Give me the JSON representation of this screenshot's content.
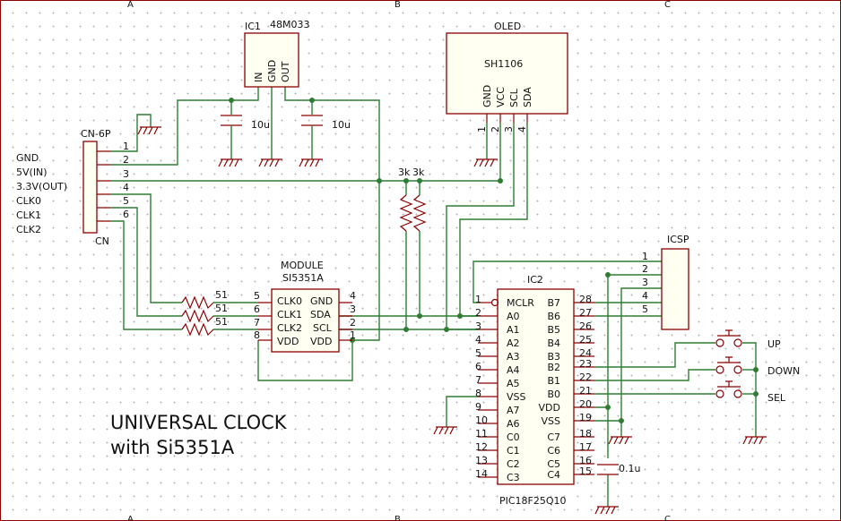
{
  "frame": {
    "columns": [
      "A",
      "B",
      "C"
    ]
  },
  "connector": {
    "ref": "CN-6P",
    "value": "CN",
    "pins": [
      "1",
      "2",
      "3",
      "4",
      "5",
      "6"
    ],
    "signals": [
      "GND",
      "5V(IN)",
      "3.3V(OUT)",
      "CLK0",
      "CLK1",
      "CLK2"
    ]
  },
  "regulator": {
    "ref": "IC1",
    "part": "48M033",
    "pins": [
      "IN",
      "GND",
      "OUT"
    ]
  },
  "capacitors": {
    "c_in": "10u",
    "c_out": "10u",
    "c_vdd": "0.1u"
  },
  "oled": {
    "ref": "OLED",
    "part": "SH1106",
    "pins": [
      "GND",
      "VCC",
      "SCL",
      "SDA"
    ],
    "pin_numbers": [
      "1",
      "2",
      "3",
      "4"
    ]
  },
  "pullups": {
    "r1": "3k",
    "r2": "3k"
  },
  "series_resistors": [
    "51",
    "51",
    "51"
  ],
  "module": {
    "ref": "MODULE",
    "part": "SI5351A",
    "left_pins": [
      "CLK0",
      "CLK1",
      "CLK2",
      "VDD"
    ],
    "left_numbers": [
      "5",
      "6",
      "7",
      "8"
    ],
    "right_pins": [
      "GND",
      "SDA",
      "SCL",
      "VDD"
    ],
    "right_numbers": [
      "4",
      "3",
      "2",
      "1"
    ]
  },
  "mcu": {
    "ref": "IC2",
    "part": "PIC18F25Q10",
    "left_pins": [
      "MCLR",
      "A0",
      "A1",
      "A2",
      "A3",
      "A4",
      "A5",
      "VSS",
      "A7",
      "A6",
      "C0",
      "C1",
      "C2",
      "C3"
    ],
    "left_numbers": [
      "1",
      "2",
      "3",
      "4",
      "5",
      "6",
      "7",
      "8",
      "9",
      "10",
      "11",
      "12",
      "13",
      "14"
    ],
    "right_pins": [
      "B7",
      "B6",
      "B5",
      "B4",
      "B3",
      "B2",
      "B1",
      "B0",
      "VDD",
      "VSS",
      "C7",
      "C6",
      "C5",
      "C4"
    ],
    "right_numbers": [
      "28",
      "27",
      "26",
      "25",
      "24",
      "23",
      "22",
      "21",
      "20",
      "19",
      "18",
      "17",
      "16",
      "15"
    ]
  },
  "icsp": {
    "ref": "ICSP",
    "pins": [
      "1",
      "2",
      "3",
      "4",
      "5"
    ]
  },
  "buttons": [
    "UP",
    "DOWN",
    "SEL"
  ],
  "title": {
    "line1": "UNIVERSAL CLOCK",
    "line2": "with Si5351A"
  },
  "colors": {
    "wire": "#2e7d32",
    "part": "#8b0000",
    "background": "#ffffff",
    "grid": "#b4b4b4"
  }
}
